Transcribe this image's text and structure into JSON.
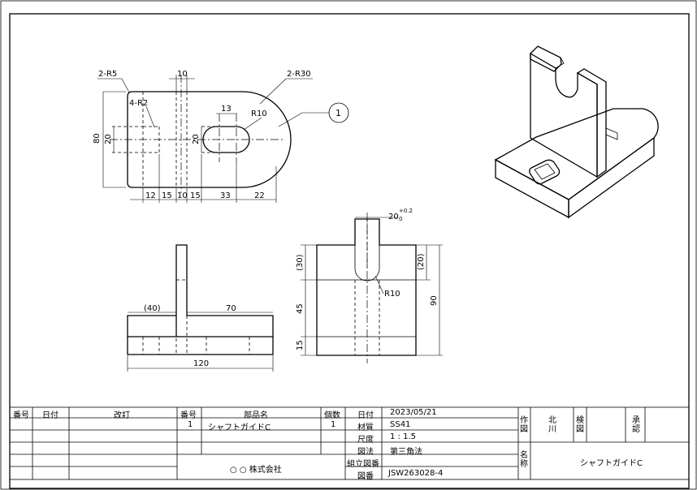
{
  "dims": {
    "r5": "2-R5",
    "r30": "2-R30",
    "r2": "4-R2",
    "w10": "10",
    "w13": "13",
    "r10": "R10",
    "h80": "80",
    "h20a": "20",
    "h20b": "20",
    "b12": "12",
    "b15a": "15",
    "b10": "10",
    "b15b": "15",
    "b33": "33",
    "b22": "22",
    "balloon": "1",
    "f40": "(40)",
    "f70": "70",
    "f120": "120",
    "s20": "20",
    "s_tol_up": "+0.2",
    "s_tol_lo": "0",
    "s30": "(30)",
    "s45": "45",
    "s15": "15",
    "s20p": "(20)",
    "s90": "90",
    "sr10": "R10"
  },
  "title_block": {
    "rev_headers": [
      "番号",
      "日付",
      "改訂"
    ],
    "parts_headers": [
      "番号",
      "部品名",
      "個数"
    ],
    "part_row": {
      "no": "1",
      "name": "シャフトガイドC",
      "qty": "1"
    },
    "company": "○ ○ 株式会社",
    "info": [
      {
        "label": "日付",
        "value": "2023/05/21"
      },
      {
        "label": "材質",
        "value": "SS41"
      },
      {
        "label": "尺度",
        "value": "1 : 1.5"
      },
      {
        "label": "図法",
        "value": "第三角法"
      },
      {
        "label": "組立図番",
        "value": ""
      },
      {
        "label": "図番",
        "value": "JSW263028-4"
      }
    ],
    "sakuzu": "作図",
    "drawer": "北川",
    "kenzu": "検図",
    "shonin": "承認",
    "meisho": "名称",
    "title_name": "シャフトガイドC"
  }
}
